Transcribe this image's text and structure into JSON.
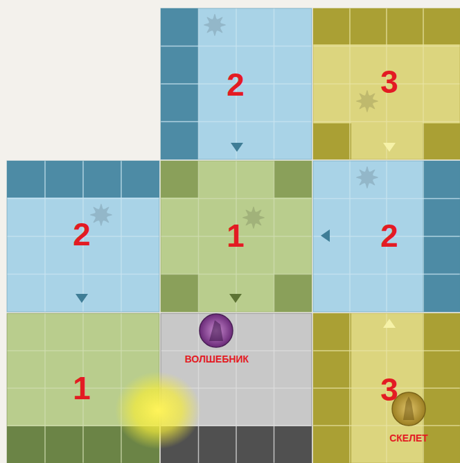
{
  "diagram": {
    "nodes": [
      {
        "text": [
          "2"
        ]
      },
      {
        "text": [
          "3"
        ]
      },
      {
        "text": [
          "2"
        ]
      },
      {
        "text": [
          "1"
        ]
      },
      {
        "text": [
          "2"
        ]
      },
      {
        "text": [
          "1"
        ]
      },
      {
        "text": [
          "3"
        ]
      }
    ],
    "labels": [
      "ВОЛШЕБНИК",
      "СКЕЛЕТ"
    ]
  }
}
